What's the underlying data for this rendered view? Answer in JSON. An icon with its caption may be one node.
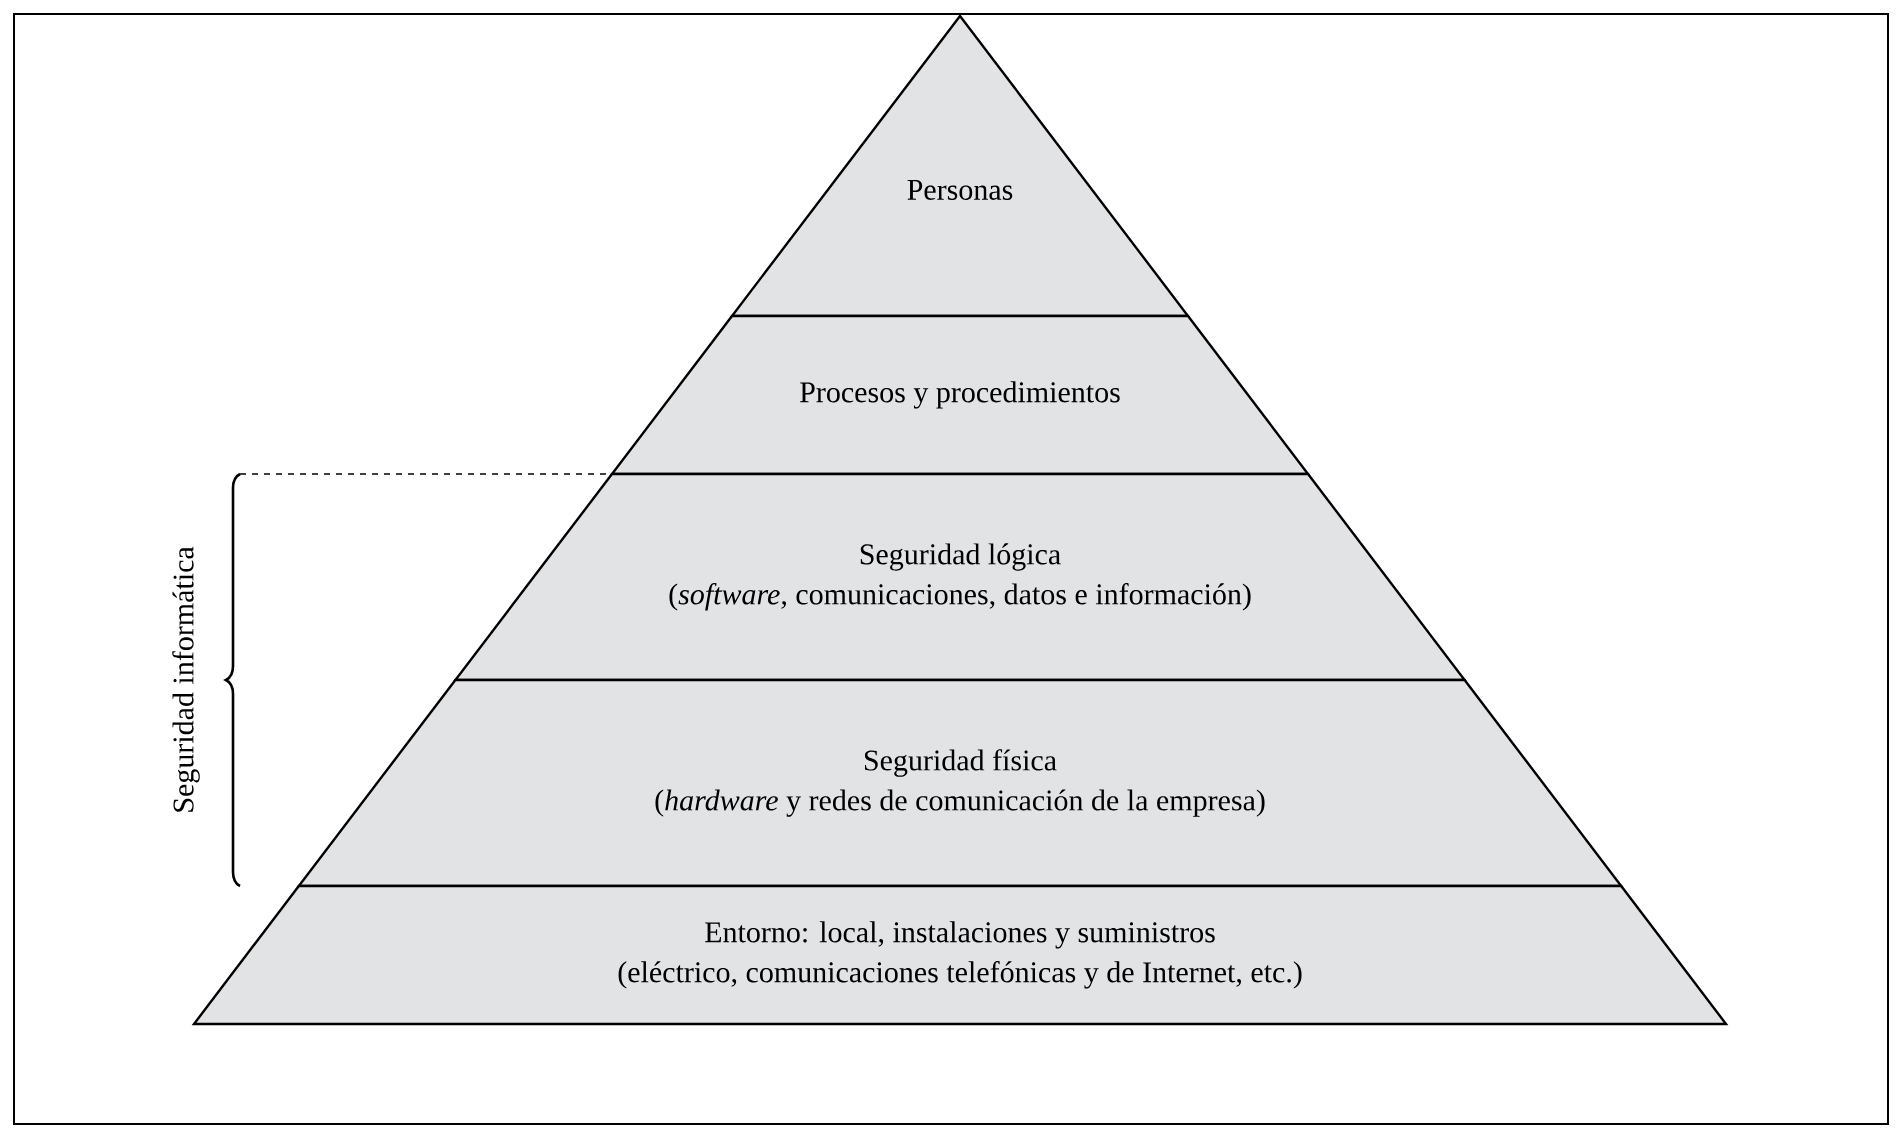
{
  "diagram": {
    "nodes": [
      {
        "text": [
          "Personas"
        ]
      },
      {
        "text": [
          "Procesos y procedimientos"
        ]
      },
      {
        "text": [
          "Seguridad lógica",
          "(*software,* comunicaciones, datos e información)"
        ]
      },
      {
        "text": [
          "Seguridad física",
          "(*hardware* y redes de comunicación de la empresa)"
        ]
      },
      {
        "text": [
          "Entorno: local, instalaciones y suministros",
          "(eléctrico, comunicaciones telefónicas y de Internet, etc.)"
        ]
      }
    ],
    "labels": [
      "Seguridad informática"
    ]
  }
}
